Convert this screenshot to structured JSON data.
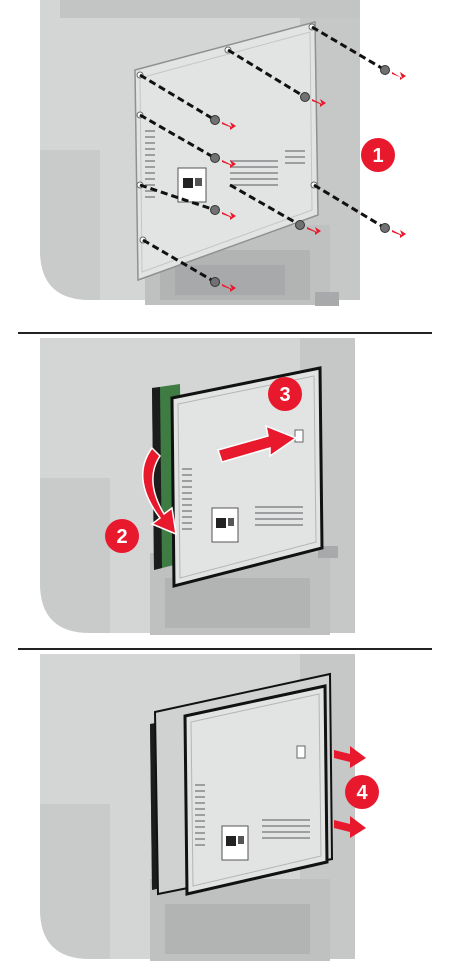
{
  "colors": {
    "accent_red": "#e8192c",
    "printer_light": "#d4d6d6",
    "printer_mid": "#bfc1c1",
    "printer_dark": "#a7a9aa",
    "board_green": "#3e7c44",
    "line_dark": "#222222"
  },
  "steps": [
    {
      "number": "1",
      "instruction_icon": "screw-removal-icon"
    },
    {
      "number": "2",
      "instruction_icon": "tilt-arrow-icon"
    },
    {
      "number": "3",
      "instruction_icon": "slide-arrow-icon"
    },
    {
      "number": "4",
      "instruction_icon": "pull-out-arrow-icon"
    }
  ]
}
